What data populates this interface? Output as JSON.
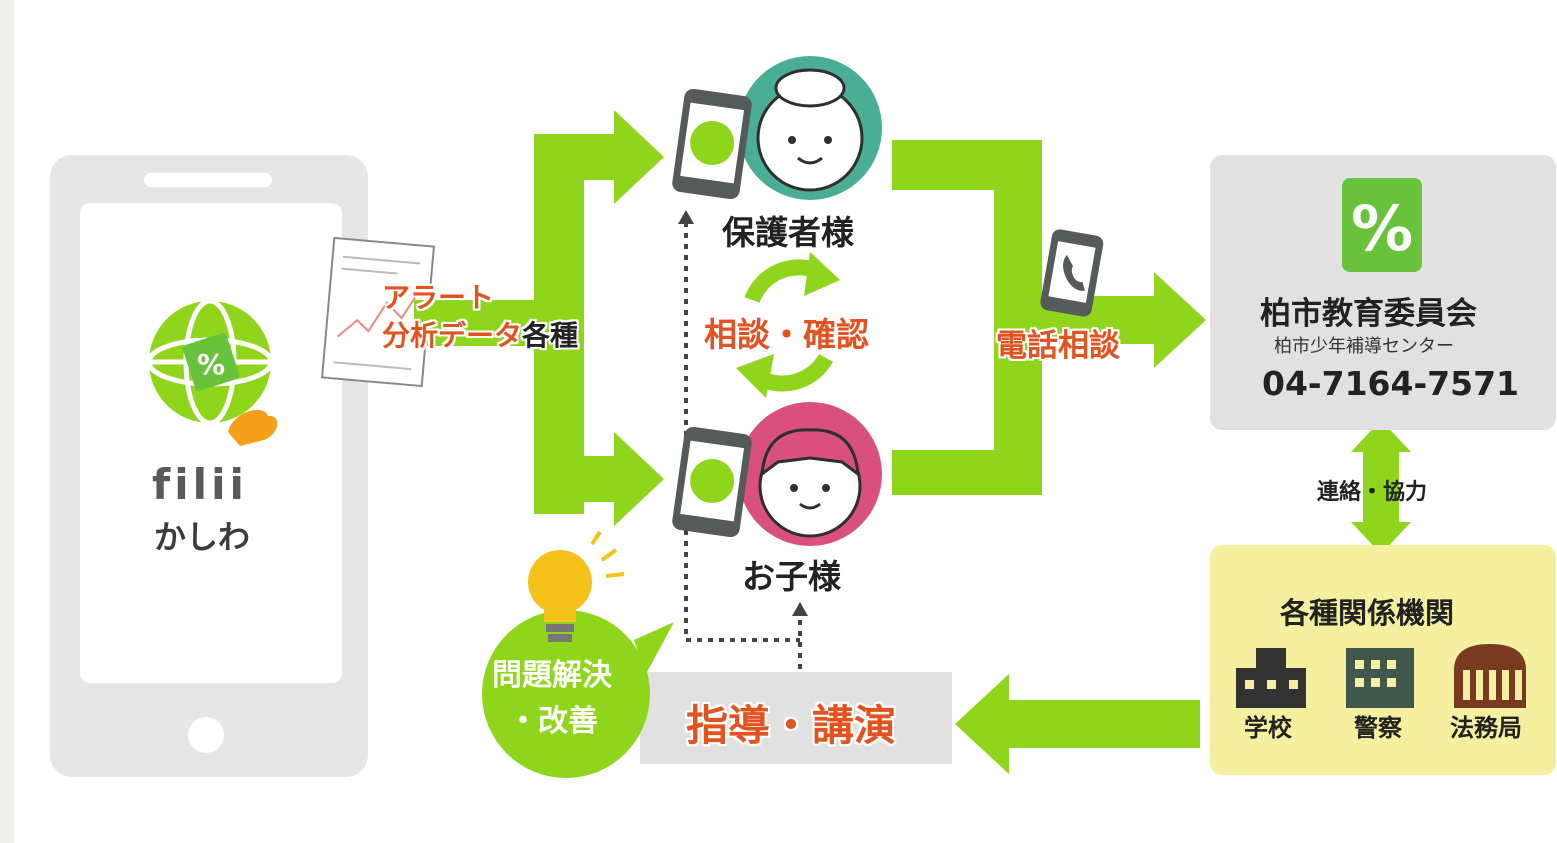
{
  "app": {
    "name_latin": "filii",
    "name_kana": "かしわ"
  },
  "data_card": {
    "line1": "アラート",
    "line2": "分析データ",
    "line2_suffix": "各種"
  },
  "parents": {
    "label": "保護者様"
  },
  "child": {
    "label": "お子様"
  },
  "consult_confirm": {
    "label": "相談・確認"
  },
  "phone_consult": {
    "label": "電話相談"
  },
  "board": {
    "title": "柏市教育委員会",
    "subtitle": "柏市少年補導センター",
    "phone": "04-7164-7571"
  },
  "liaison": {
    "label": "連絡・協力"
  },
  "agencies": {
    "title": "各種関係機関",
    "items": [
      {
        "label": "学校",
        "icon": "school-building-icon"
      },
      {
        "label": "警察",
        "icon": "police-building-icon"
      },
      {
        "label": "法務局",
        "icon": "legal-affairs-bureau-icon"
      }
    ]
  },
  "guidance": {
    "label": "指導・講演"
  },
  "solution": {
    "line1": "問題解決",
    "line2": "・改善"
  },
  "colors": {
    "green": "#8fd51c",
    "teal_avatar": "#4aae96",
    "pink_avatar": "#d9507e",
    "orange_text": "#e2531f",
    "gray_panel": "#e1e1e1",
    "yellow_panel": "#f4f0a0",
    "logo_green": "#69c23b"
  }
}
